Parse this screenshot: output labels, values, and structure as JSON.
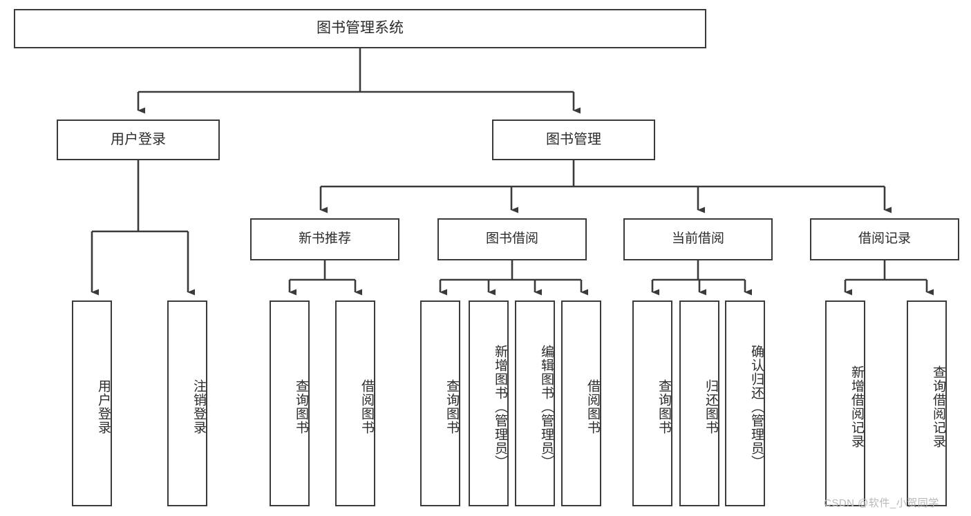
{
  "diagram": {
    "title": "图书管理系统",
    "type": "tree-hierarchy",
    "watermark": "CSDN @软件_小贺同学",
    "colors": {
      "box_border": "#3a3a3a",
      "box_fill": "#ffffff",
      "text": "#2b2b2b",
      "connector": "#3a3a3a",
      "watermark": "#b9b9b9",
      "background": "#ffffff"
    },
    "nodes": {
      "root": {
        "label": "图书管理系统"
      },
      "level1": [
        {
          "id": "user-login",
          "label": "用户登录"
        },
        {
          "id": "book-management",
          "label": "图书管理"
        }
      ],
      "level2": [
        {
          "id": "new-book-recommend",
          "label": "新书推荐"
        },
        {
          "id": "book-borrow",
          "label": "图书借阅"
        },
        {
          "id": "current-borrow",
          "label": "当前借阅"
        },
        {
          "id": "borrow-record",
          "label": "借阅记录"
        }
      ],
      "leaves": {
        "user_login": [
          {
            "id": "leaf-user-login",
            "label": "用户登录"
          },
          {
            "id": "leaf-logout-login",
            "label": "注销登录"
          }
        ],
        "new_book_recommend": [
          {
            "id": "leaf-query-book-1",
            "label": "查询图书"
          },
          {
            "id": "leaf-borrow-book-1",
            "label": "借阅图书"
          }
        ],
        "book_borrow": [
          {
            "id": "leaf-query-book-2",
            "label": "查询图书"
          },
          {
            "id": "leaf-add-book",
            "label": "新增图书（管理员）"
          },
          {
            "id": "leaf-edit-book",
            "label": "编辑图书（管理员）"
          },
          {
            "id": "leaf-borrow-book-2",
            "label": "借阅图书"
          }
        ],
        "current_borrow": [
          {
            "id": "leaf-query-book-3",
            "label": "查询图书"
          },
          {
            "id": "leaf-return-book",
            "label": "归还图书"
          },
          {
            "id": "leaf-confirm-return",
            "label": "确认归还（管理员）"
          }
        ],
        "borrow_record": [
          {
            "id": "leaf-add-record",
            "label": "新增借阅记录"
          },
          {
            "id": "leaf-query-record",
            "label": "查询借阅记录"
          }
        ]
      }
    }
  }
}
